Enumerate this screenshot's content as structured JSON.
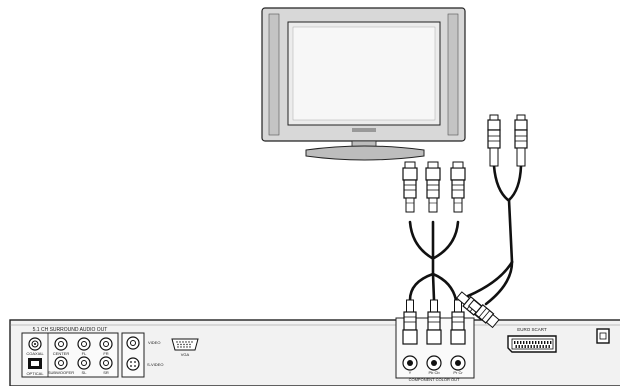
{
  "panel": {
    "surround_title": "5.1 CH SURROUND AUDIO OUT",
    "coaxial": "COAXIAL",
    "optical": "OPTICAL",
    "center": "CENTER",
    "subwoofer": "SUBWOOFER",
    "fl": "FL",
    "fr": "FR",
    "sl": "SL",
    "sr": "SR",
    "video": "VIDEO",
    "svideo": "S-VIDEO",
    "vga": "VGA",
    "y": "Y",
    "pb_cb": "Pb Cb",
    "pr_cr": "Pr Cr",
    "component": "COMPONENT COLOR OUT",
    "scart": "EURO SCART"
  }
}
